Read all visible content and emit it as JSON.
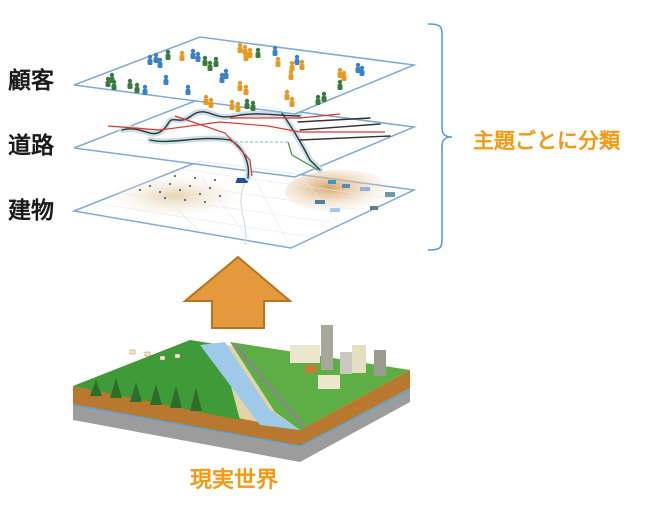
{
  "layers": [
    {
      "label": "顧客",
      "type": "customers"
    },
    {
      "label": "道路",
      "type": "roads"
    },
    {
      "label": "建物",
      "type": "buildings"
    }
  ],
  "brace_label": "主題ごとに分類",
  "arrow_label": "",
  "base_label": "現実世界",
  "colors": {
    "accent_orange": "#f39a12",
    "arrow_fill": "#e49a3c",
    "arrow_stroke": "#b8731e",
    "layer_outline": "#7fa9d6",
    "brace": "#5b9bd5",
    "customer_blue": "#3a82c6",
    "customer_green": "#3b7a3e",
    "customer_orange": "#e89a20",
    "road_red": "#d9382e",
    "road_dark": "#333333"
  }
}
